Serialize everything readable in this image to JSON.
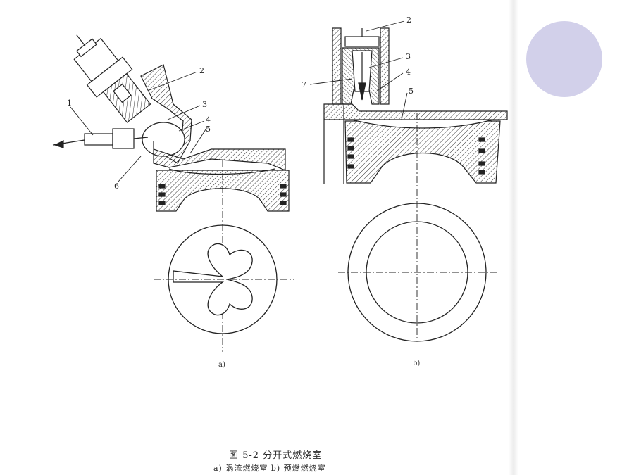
{
  "figure": {
    "part_labels_a": [
      "1",
      "2",
      "3",
      "4",
      "5",
      "6"
    ],
    "part_labels_b": [
      "2",
      "3",
      "4",
      "5",
      "7"
    ],
    "sub_a": "a)",
    "sub_b": "b)",
    "caption_title": "图 5-2  分开式燃烧室",
    "caption_sub": "a) 涡流燃烧室  b) 预燃燃烧室"
  },
  "colors": {
    "ink": "#222222",
    "accent_circle": "#d2d0ea",
    "paper": "#ffffff"
  }
}
